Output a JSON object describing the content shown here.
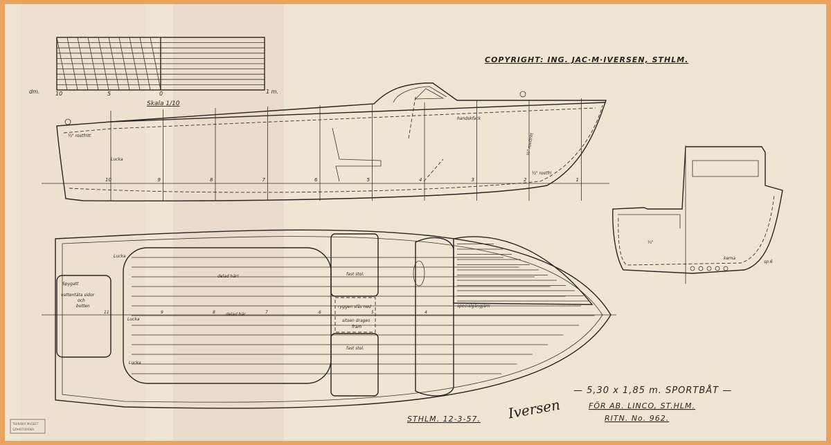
{
  "copyright": "COPYRIGHT: ING. JAC·M·IVERSEN, STHLM.",
  "scale": {
    "label": "Skala 1/10",
    "unit_left": "dm.",
    "unit_right": "1 m.",
    "ticks": [
      "10",
      "5",
      "0"
    ]
  },
  "title_block": {
    "line1": "— 5,30 x 1,85 m. SPORTBÅT —",
    "line2": "FÖR AB. LINCO, ST.HLM.",
    "line3": "RITN. No. 962."
  },
  "date": "STHLM. 12-3-57.",
  "signature": "Iversen",
  "stamp": {
    "line1": "TEKNISKA MUSEET",
    "line2": "SJÖHISTORISKA"
  },
  "profile": {
    "stations": [
      "10",
      "9",
      "8",
      "7",
      "6",
      "5",
      "4",
      "3",
      "2",
      "1"
    ],
    "notes": {
      "rostfritt_aft": "½\" rostfritt",
      "lucka": "Lucka",
      "handskfack": "handskfack",
      "rostfritt_vertical": "½\" rostfritt",
      "rostfri_fwd": "½\" rostfri"
    }
  },
  "plan": {
    "spygatt": "Spygatt",
    "vattentata": "vattentäta sidor",
    "och": "och",
    "botten": "botten",
    "lucka": "Lucka",
    "delad1": "delad här!",
    "delad2": "delad här",
    "fast_stol": "fast stol.",
    "ryggen": "ryggen slås ned",
    "sitsen": "sitsen drages",
    "fram": "fram",
    "gangjarn": "specialgångjärn",
    "station_11": "11",
    "station_9": "9",
    "station_8": "8",
    "station_7": "7",
    "station_6": "6",
    "station_5": "5",
    "station_4": "4"
  },
  "section": {
    "note": "¼\"",
    "kerna": "kerna",
    "label": "sp.6"
  }
}
